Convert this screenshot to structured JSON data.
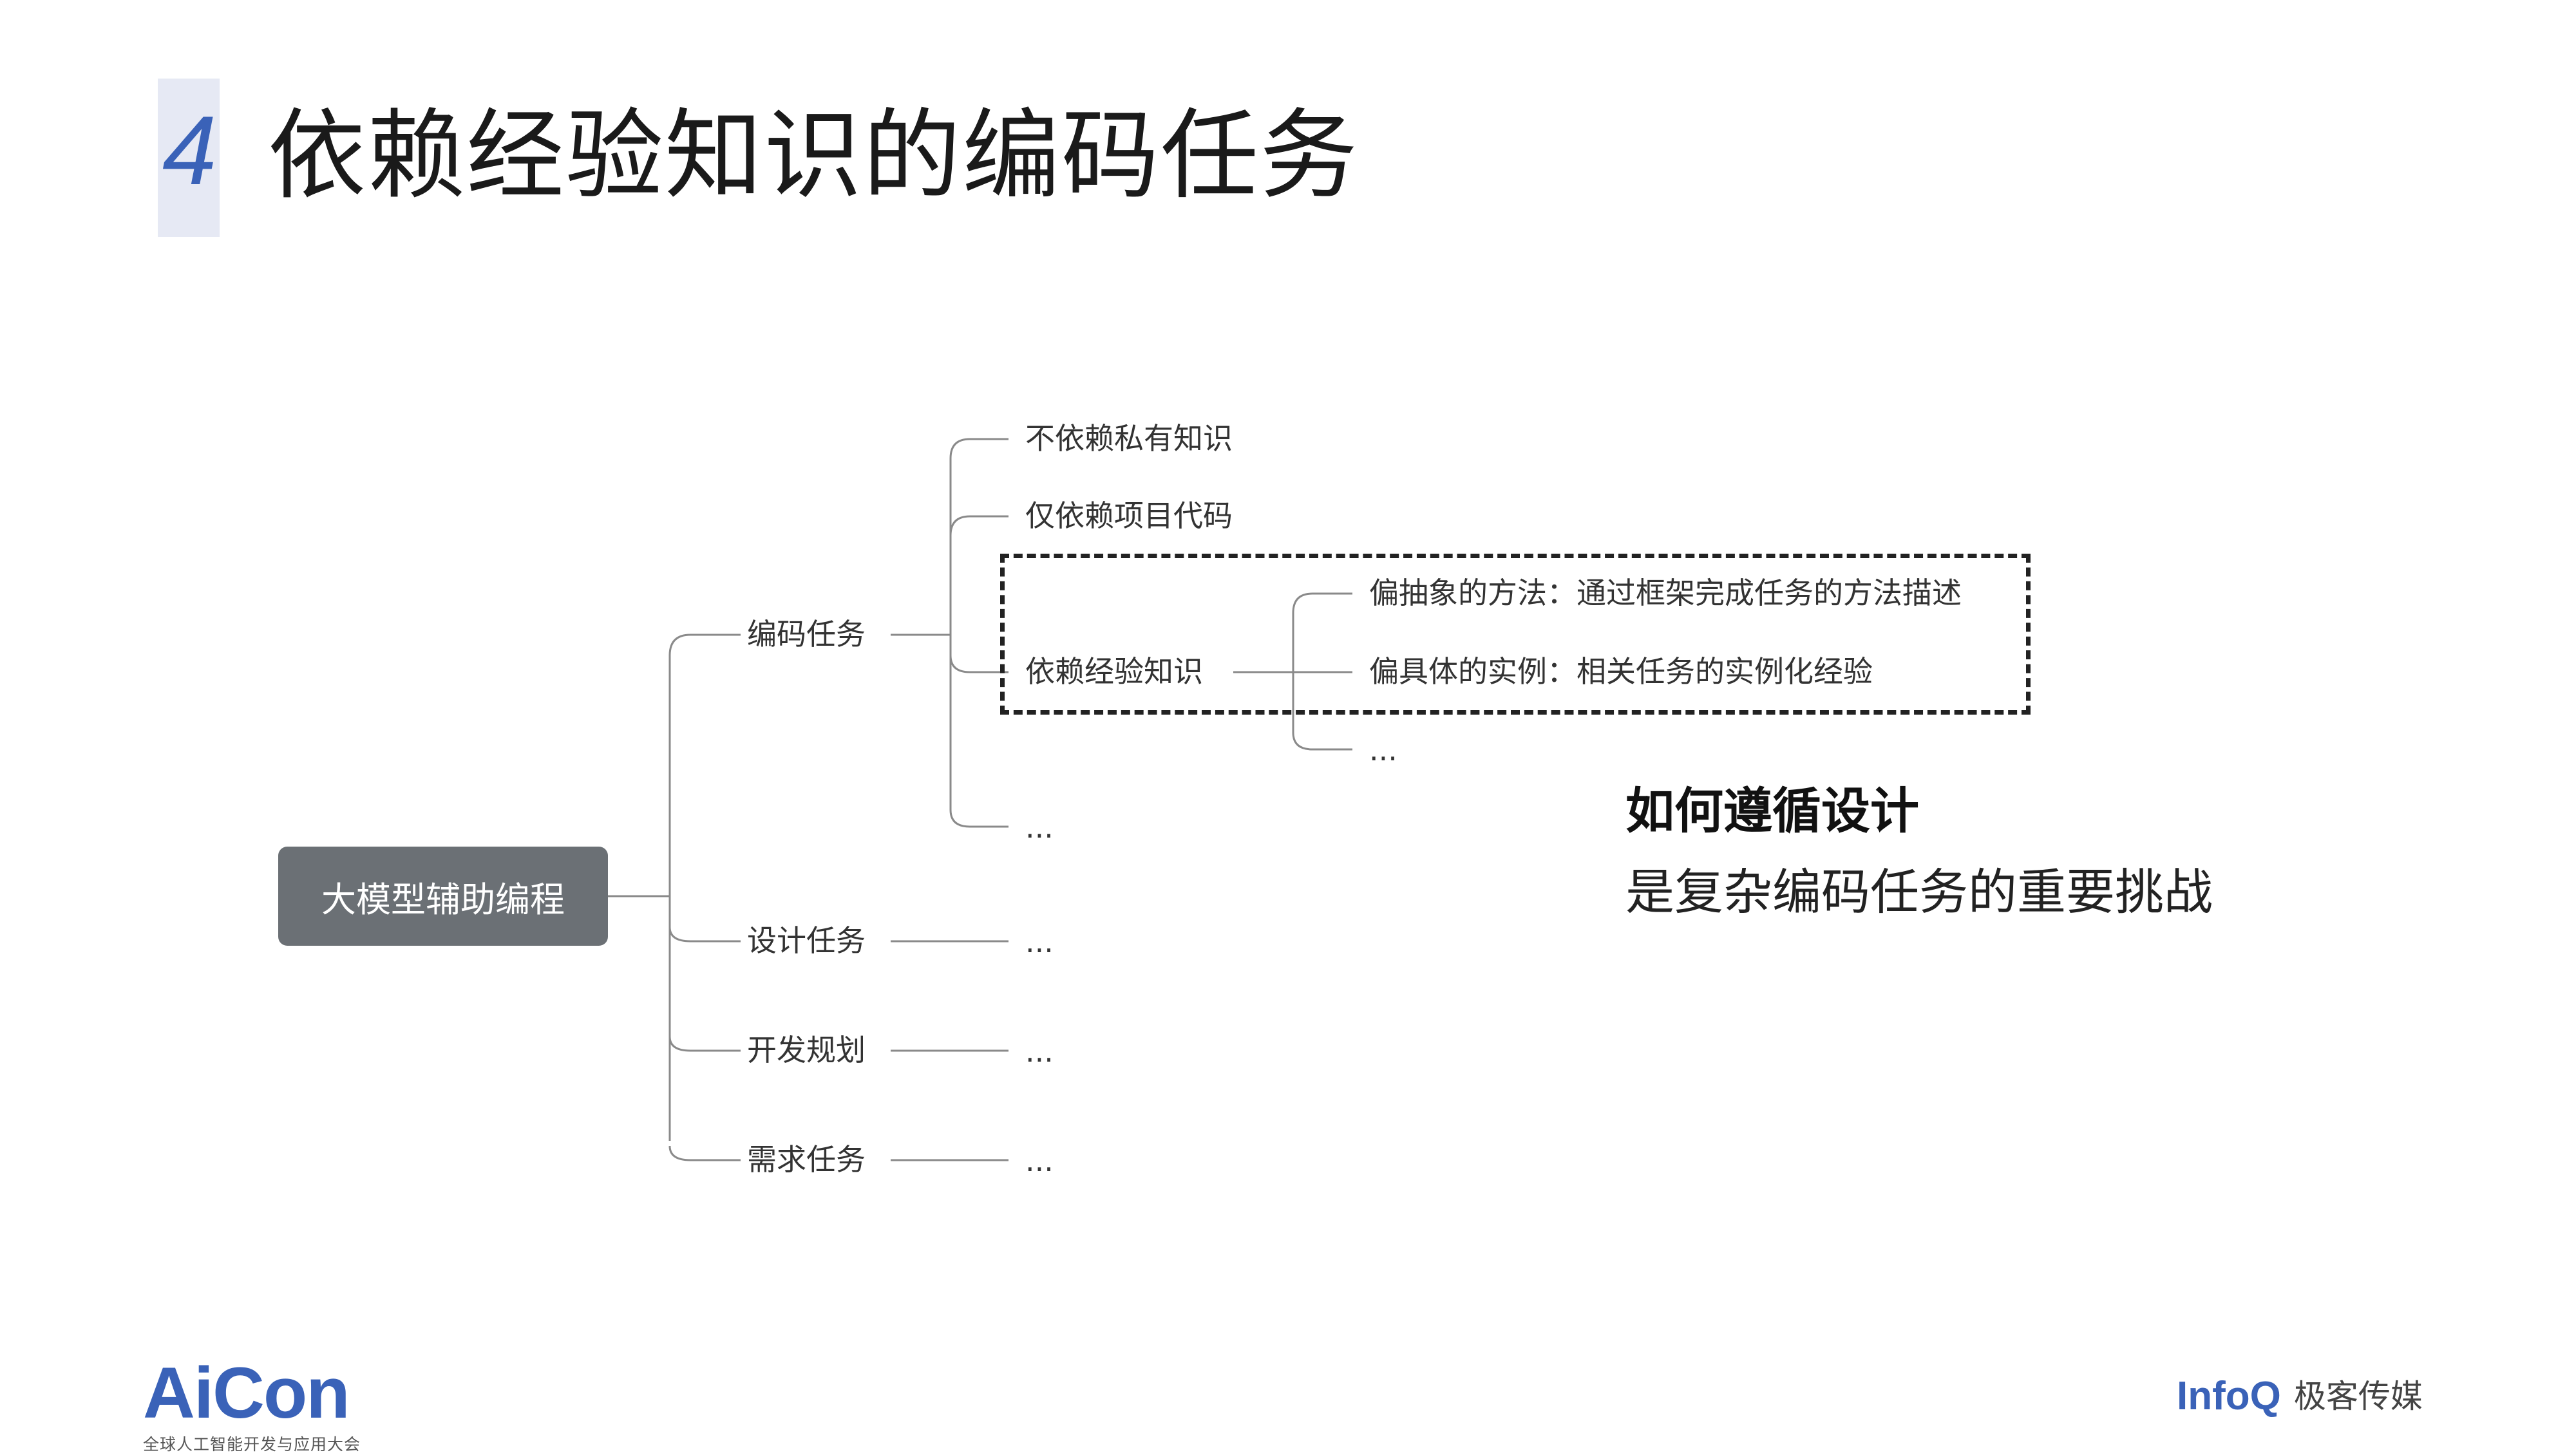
{
  "slide": {
    "number": "4",
    "title": "依赖经验知识的编码任务"
  },
  "mindmap": {
    "root": "大模型辅助编程",
    "branches": [
      {
        "label": "编码任务",
        "children": [
          {
            "label": "不依赖私有知识"
          },
          {
            "label": "仅依赖项目代码"
          },
          {
            "label": "依赖经验知识",
            "children": [
              {
                "label": "偏抽象的方法：通过框架完成任务的方法描述"
              },
              {
                "label": "偏具体的实例：相关任务的实例化经验"
              },
              {
                "label": "..."
              }
            ]
          },
          {
            "label": "..."
          }
        ]
      },
      {
        "label": "设计任务",
        "children": [
          {
            "label": "..."
          }
        ]
      },
      {
        "label": "开发规划",
        "children": [
          {
            "label": "..."
          }
        ]
      },
      {
        "label": "需求任务",
        "children": [
          {
            "label": "..."
          }
        ]
      }
    ]
  },
  "callout": {
    "headline": "如何遵循设计",
    "text": "是复杂编码任务的重要挑战"
  },
  "footer": {
    "left_logo": "AiCon",
    "left_tagline": "全球人工智能开发与应用大会",
    "right_logo": "InfoQ",
    "right_tagline": "极客传媒"
  },
  "colors": {
    "accent": "#3a62b8",
    "number_box": "#e6e9f4",
    "root_box": "#6b7075",
    "connector": "#8a8a8a"
  }
}
